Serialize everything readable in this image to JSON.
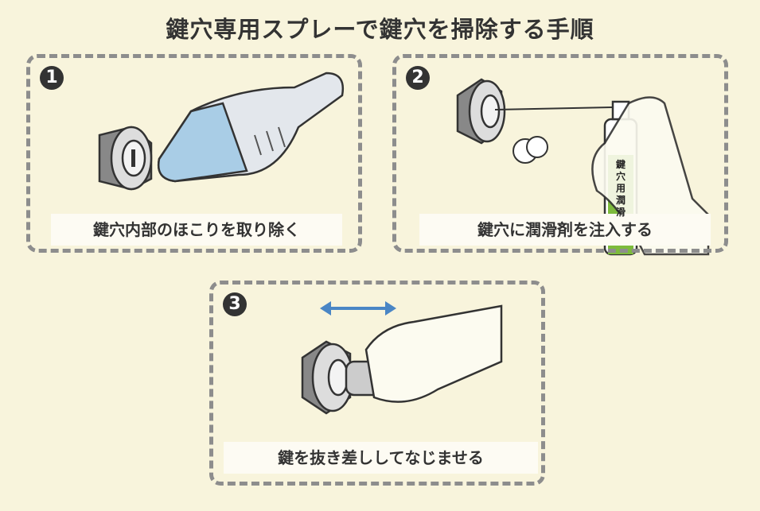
{
  "title": "鍵穴専用スプレーで鍵穴を掃除する手順",
  "steps": [
    {
      "number": "1",
      "caption": "鍵穴内部のほこりを取り除く"
    },
    {
      "number": "2",
      "caption": "鍵穴に潤滑剤を注入する",
      "can_label": "鍵穴用潤滑"
    },
    {
      "number": "3",
      "caption": "鍵を抜き差ししてなじませる"
    }
  ],
  "colors": {
    "background": "#f8f4dc",
    "border": "#8d8d8d",
    "arrow": "#4a86c5",
    "can_green": "#7dbb3c",
    "vacuum": "#dfe4ea",
    "vacuum_nozzle": "#9cc4e0"
  }
}
